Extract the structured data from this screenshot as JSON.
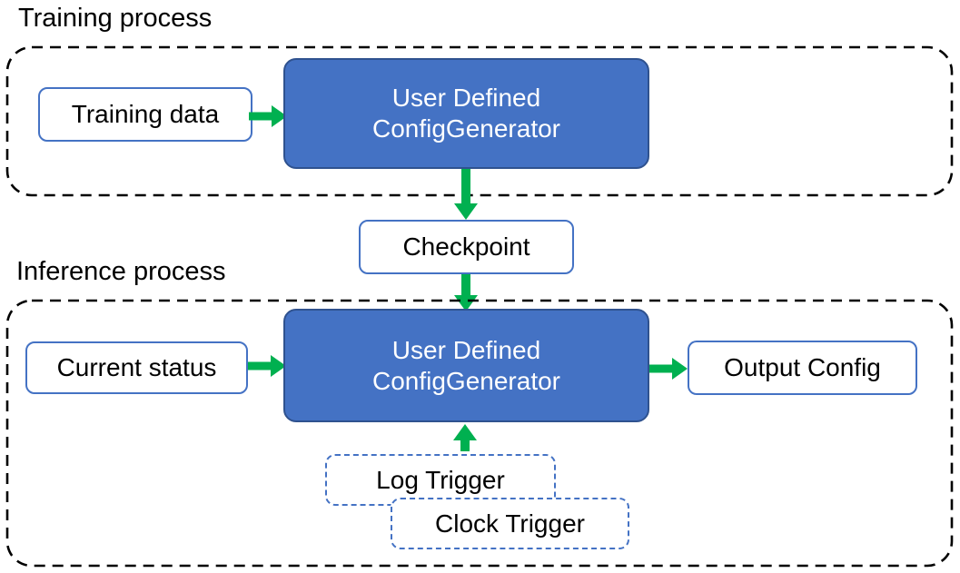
{
  "diagram": {
    "training": {
      "label": "Training process",
      "training_data": "Training data",
      "generator": {
        "line1": "User Defined",
        "line2": "ConfigGenerator"
      }
    },
    "checkpoint": "Checkpoint",
    "inference": {
      "label": "Inference process",
      "current_status": "Current status",
      "generator": {
        "line1": "User Defined",
        "line2": "ConfigGenerator"
      },
      "output_config": "Output Config",
      "log_trigger": "Log Trigger",
      "clock_trigger": "Clock Trigger"
    },
    "colors": {
      "node_fill_blue": "#4472C4",
      "node_border_dark_blue": "#2F528F",
      "outline_blue": "#4472C4",
      "arrow_green": "#00B050",
      "container_dash_black": "#000000",
      "text_black": "#000000",
      "text_white": "#ffffff"
    }
  }
}
